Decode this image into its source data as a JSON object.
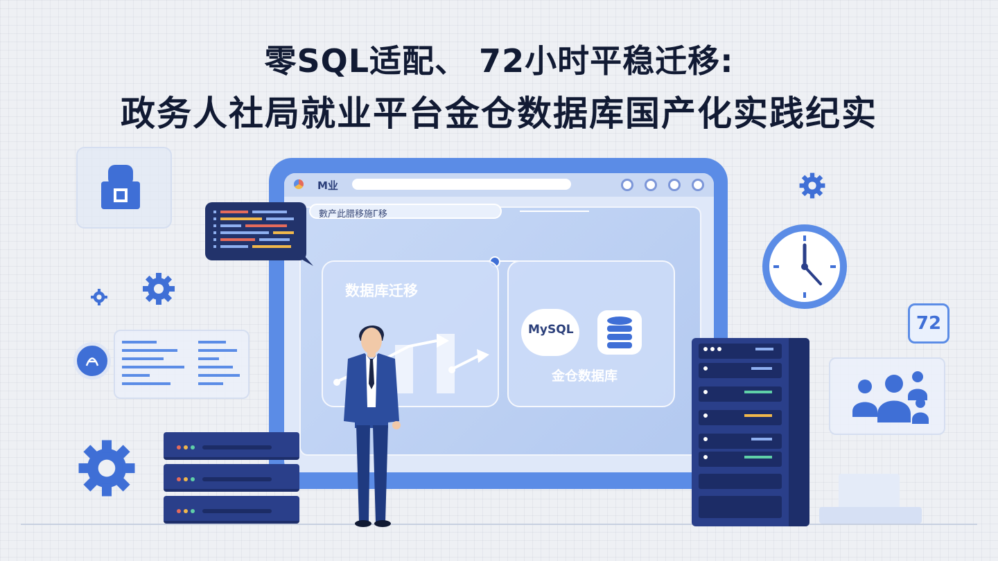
{
  "header": {
    "title_line1": "零SQL适配、 72小时平稳迁移:",
    "title_line2": "政务人社局就业平台金仓数据库国产化实践纪实"
  },
  "screen": {
    "app_name": "M业",
    "tab_label": "數产此腊移施Г移",
    "card_left_label": "数据库迁移",
    "mysql_label": "MySQL",
    "card_right_label": "金仓数据库"
  },
  "badge": {
    "number": "72"
  },
  "colors": {
    "accent": "#5b8ce6",
    "navy": "#2a3f8a",
    "title": "#111a33"
  },
  "icons": [
    "gear-icon",
    "clock-icon",
    "database-icon",
    "server-rack-icon",
    "people-icon",
    "lock-icon",
    "code-icon",
    "chart-icon"
  ]
}
